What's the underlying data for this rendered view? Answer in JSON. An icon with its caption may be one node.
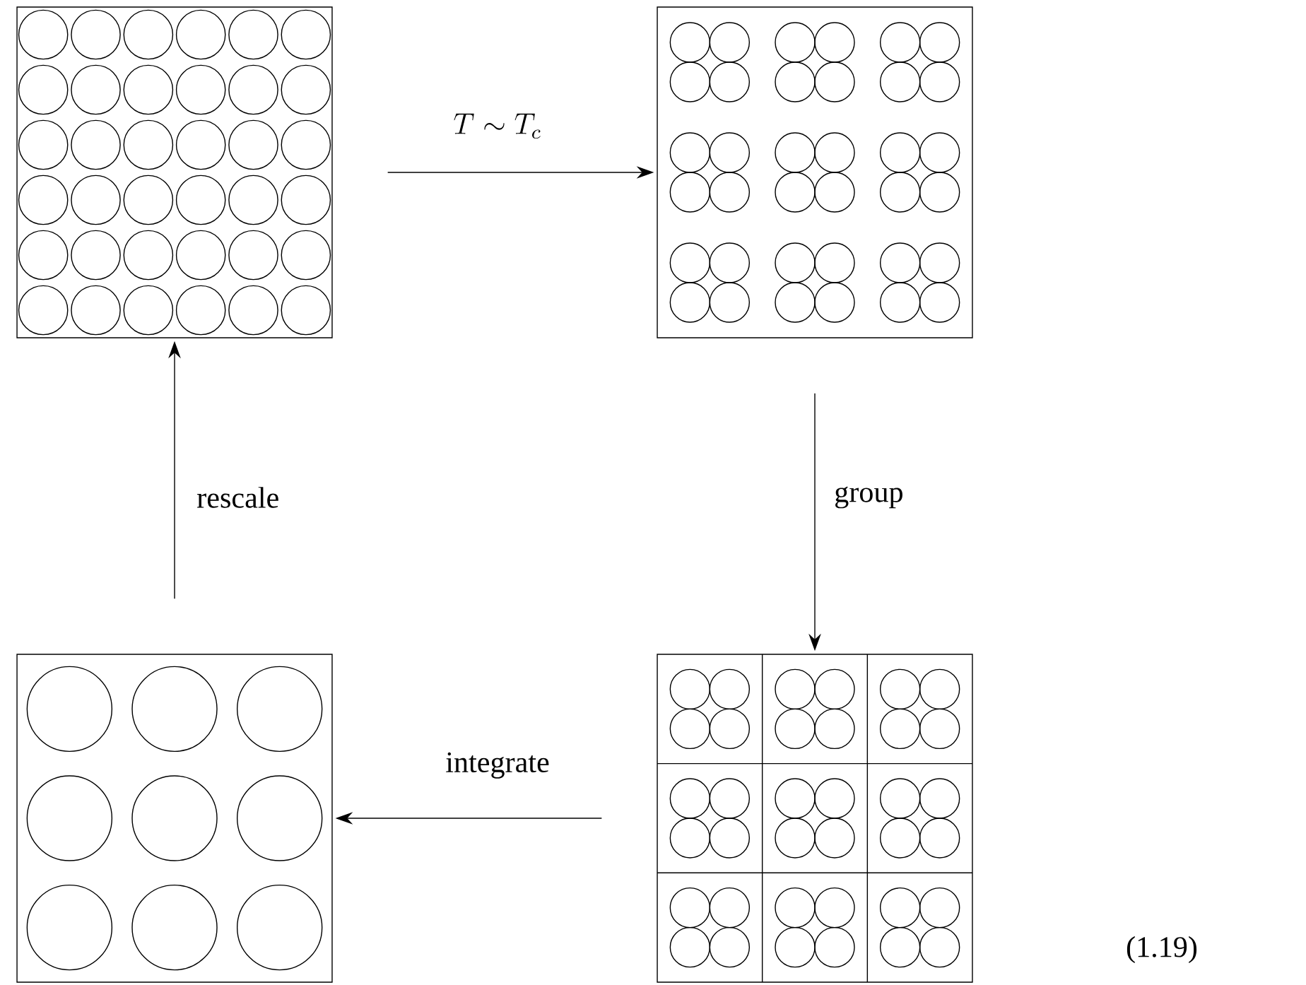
{
  "diagram": {
    "nodes": [
      {
        "text": [],
        "shape": "box"
      },
      {
        "text": [],
        "shape": "box"
      },
      {
        "text": [],
        "shape": "box"
      },
      {
        "text": [],
        "shape": "box"
      }
    ],
    "edges": [
      {
        "from": 0,
        "to": 1,
        "arrow": "to",
        "label": "T \\sim T_c"
      },
      {
        "from": 1,
        "to": 3,
        "arrow": "to",
        "label": "group"
      },
      {
        "from": 3,
        "to": 2,
        "arrow": "to",
        "label": "integrate"
      },
      {
        "from": 2,
        "to": 0,
        "arrow": "to",
        "label": "rescale"
      }
    ],
    "labels": [
      "(1.19)"
    ]
  }
}
